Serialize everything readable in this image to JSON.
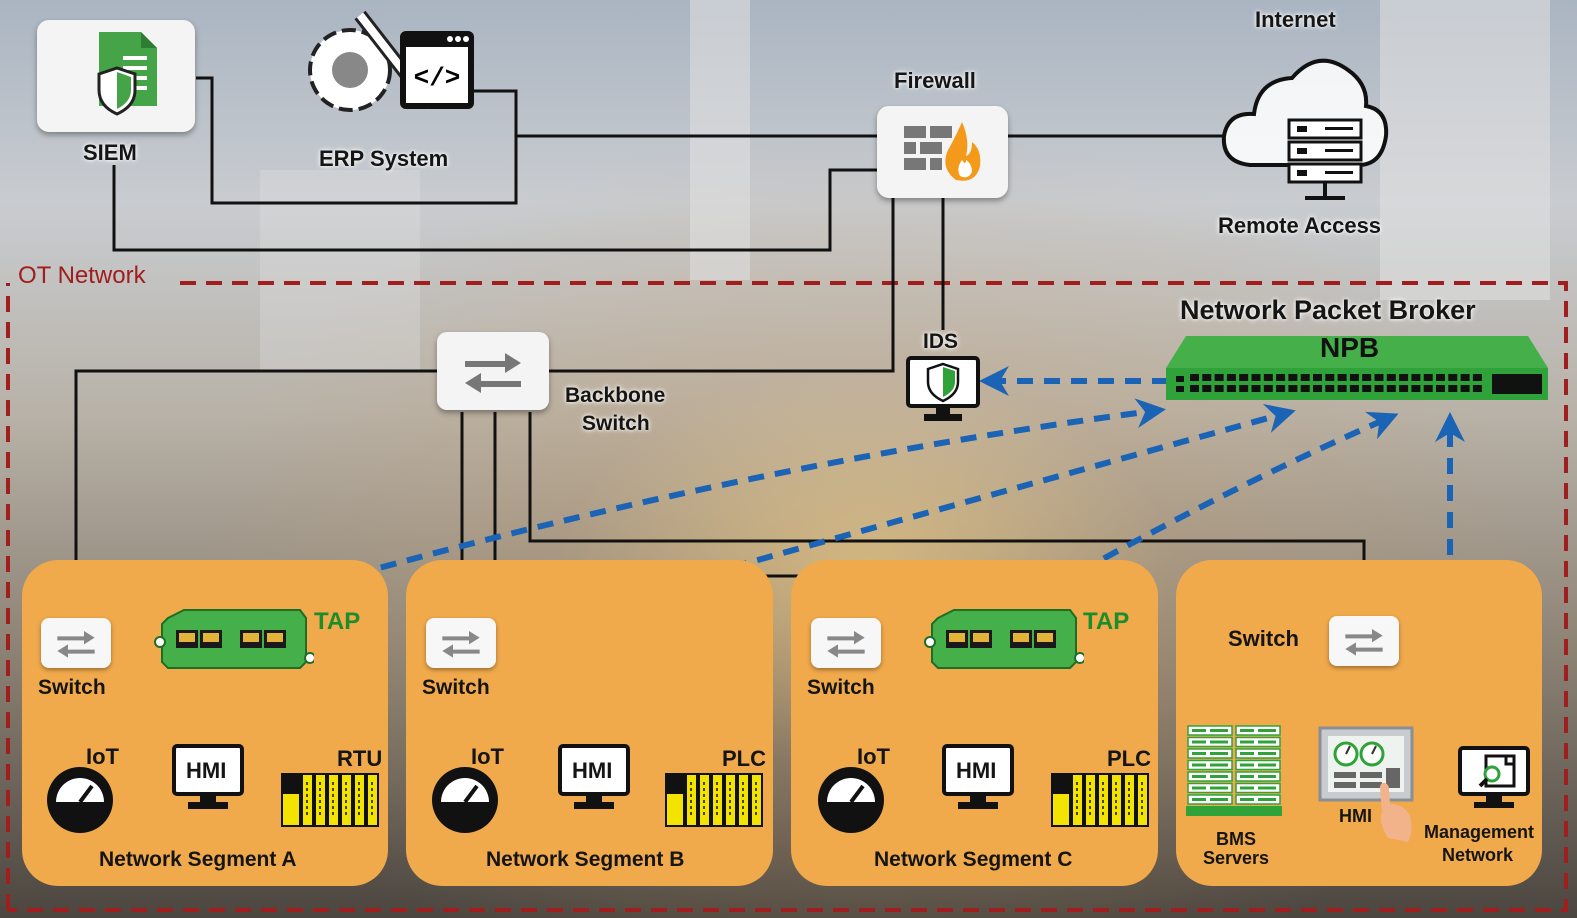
{
  "top": {
    "siem_label": "SIEM",
    "erp_label": "ERP System",
    "firewall_label": "Firewall",
    "internet_label": "Internet",
    "remote_access_label": "Remote Access"
  },
  "ot_network": {
    "label": "OT Network",
    "backbone_label_line1": "Backbone",
    "backbone_label_line2": "Switch",
    "ids_label": "IDS",
    "npb_title": "Network Packet Broker",
    "npb_label": "NPB"
  },
  "segments": [
    {
      "name": "Network Segment A",
      "switch_label": "Switch",
      "tap_label": "TAP",
      "devices": [
        "IoT",
        "HMI",
        "RTU"
      ]
    },
    {
      "name": "Network Segment B",
      "switch_label": "Switch",
      "devices": [
        "IoT",
        "HMI",
        "PLC"
      ]
    },
    {
      "name": "Network Segment C",
      "switch_label": "Switch",
      "tap_label": "TAP",
      "devices": [
        "IoT",
        "HMI",
        "PLC"
      ]
    }
  ],
  "bms": {
    "switch_label": "Switch",
    "servers_line1": "BMS",
    "servers_line2": "Servers",
    "hmi_label": "HMI",
    "mgmt_line1": "Management",
    "mgmt_line2": "Network"
  },
  "icons": [
    "siem-icon",
    "erp-icon",
    "firewall-icon",
    "cloud-icon",
    "server-rack-icon",
    "switch-icon",
    "monitor-shield-icon",
    "npb-icon",
    "tap-icon",
    "gauge-icon",
    "monitor-icon",
    "plc-icon",
    "bms-server-icon",
    "touch-hmi-icon",
    "management-icon"
  ],
  "colors": {
    "segment": "#f0a94b",
    "tap_green": "#2fa33a",
    "mirror_arrow": "#1b63b5",
    "ot_boundary": "#a01e1e"
  }
}
